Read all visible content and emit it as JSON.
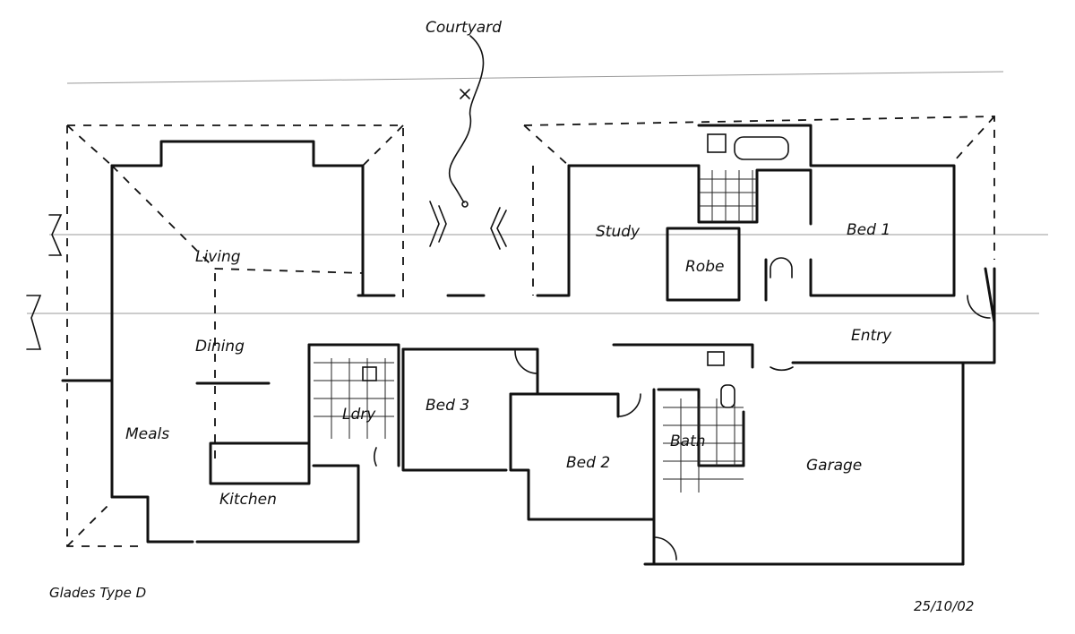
{
  "labels": {
    "courtyard": "Courtyard",
    "living": "Living",
    "dining": "Dining",
    "meals": "Meals",
    "kitchen": "Kitchen",
    "ldry": "Ldry",
    "bed3": "Bed 3",
    "bed2": "Bed 2",
    "bath": "Bath",
    "garage": "Garage",
    "study": "Study",
    "robe": "Robe",
    "bed1": "Bed 1",
    "entry": "Entry"
  },
  "footer": {
    "title": "Glades Type D",
    "date": "25/10/02"
  }
}
